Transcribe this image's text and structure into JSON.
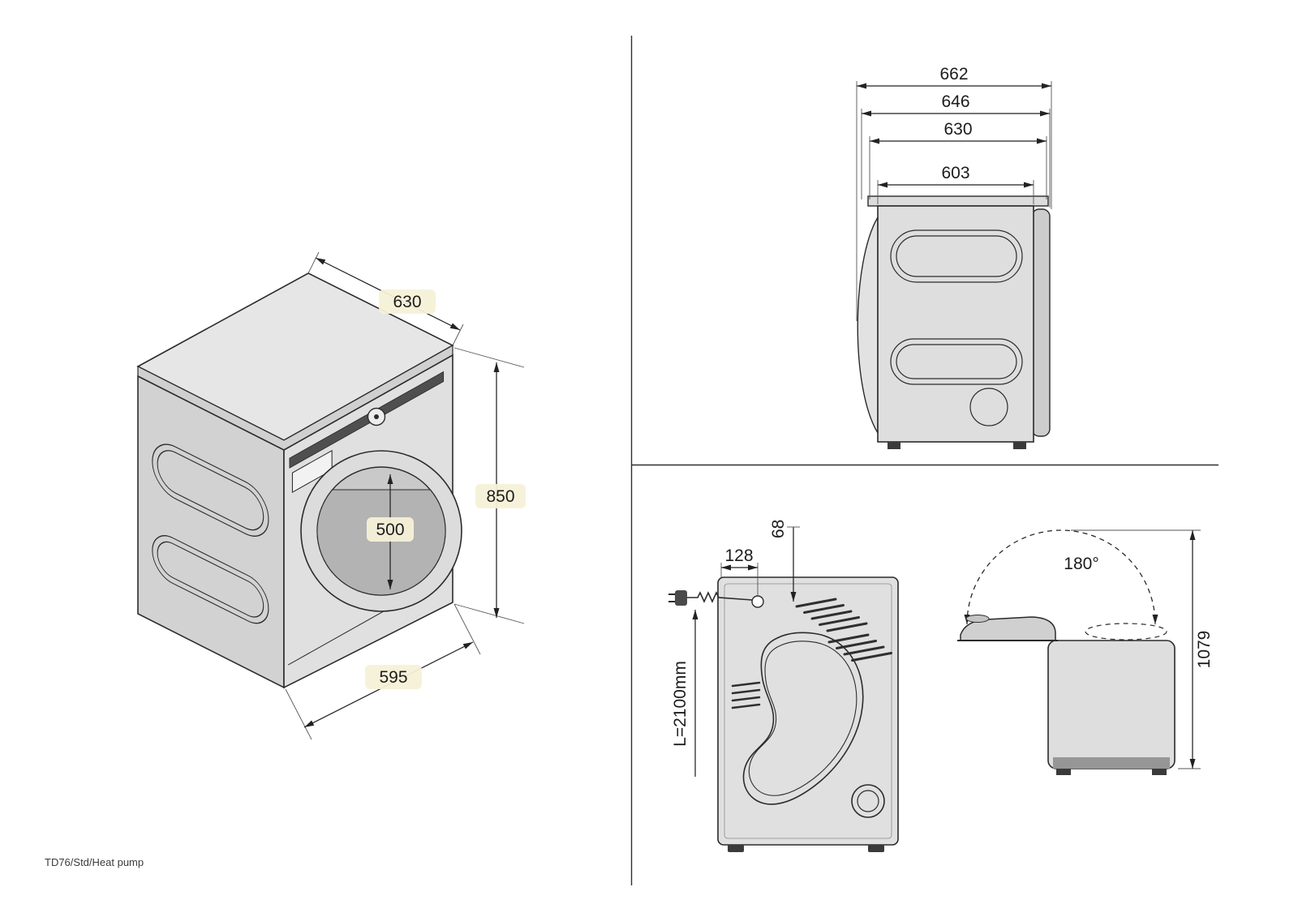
{
  "model_label": "TD76/Std/Heat pump",
  "colors": {
    "line": "#2b2b2b",
    "panel_fill": "#dedede",
    "dark_fill": "#4f4f4f",
    "highlight": "#f6f1d8"
  },
  "views": {
    "isometric": {
      "depth": "630",
      "height": "850",
      "door_diameter": "500",
      "width": "595"
    },
    "side": {
      "dims": [
        "662",
        "646",
        "630",
        "603"
      ]
    },
    "rear": {
      "cord_offset": "128",
      "inlet_depth": "68",
      "cable_length": "L=2100mm"
    },
    "lid": {
      "opening_angle": "180°",
      "open_height": "1079"
    }
  }
}
